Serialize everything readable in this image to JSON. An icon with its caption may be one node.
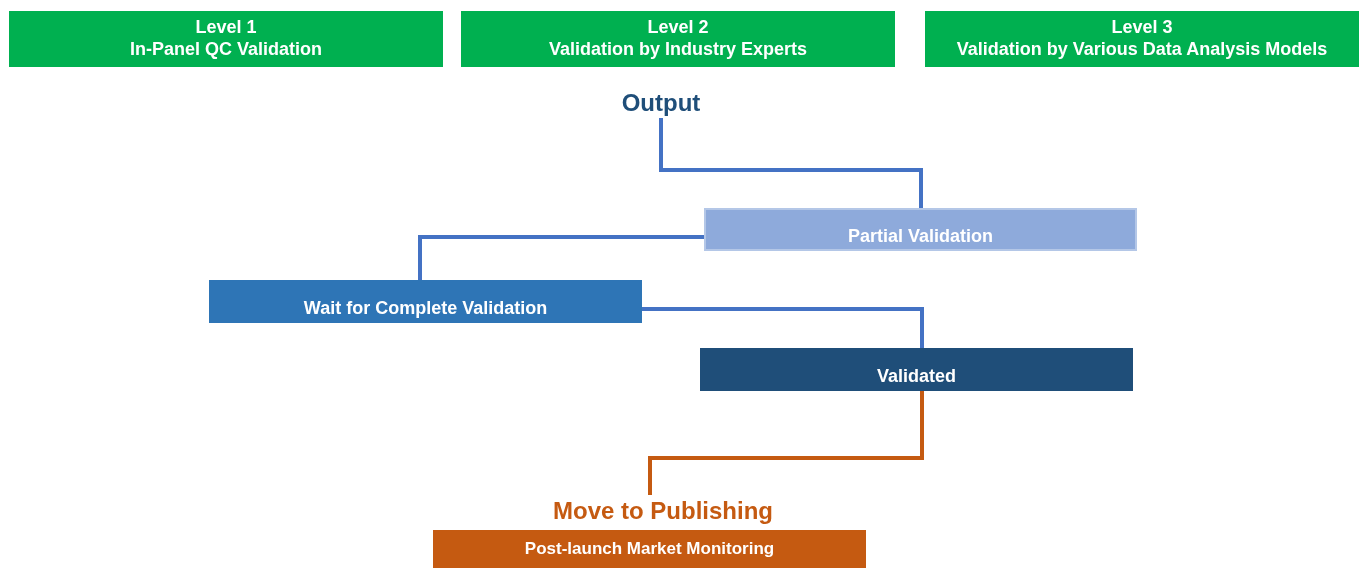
{
  "diagram": {
    "nodes": [
      {
        "text": [
          "Level 1",
          "In-Panel QC Validation"
        ]
      },
      {
        "text": [
          "Level 2",
          "Validation by Industry Experts"
        ]
      },
      {
        "text": [
          "Level 3",
          "Validation by Various Data Analysis Models"
        ]
      },
      {
        "text": [
          "Output"
        ]
      },
      {
        "text": [
          "Partial Validation"
        ]
      },
      {
        "text": [
          "Wait for Complete Validation"
        ]
      },
      {
        "text": [
          "Validated"
        ]
      },
      {
        "text": [
          "Move to Publishing"
        ]
      },
      {
        "text": [
          "Post-launch Market Monitoring"
        ]
      }
    ],
    "edges": [
      {
        "from": 3,
        "to": 4,
        "arrow": "none"
      },
      {
        "from": 4,
        "to": 5,
        "arrow": "none"
      },
      {
        "from": 5,
        "to": 6,
        "arrow": "none"
      },
      {
        "from": 6,
        "to": 7,
        "arrow": "none",
        "color": "#c55a11"
      }
    ]
  }
}
